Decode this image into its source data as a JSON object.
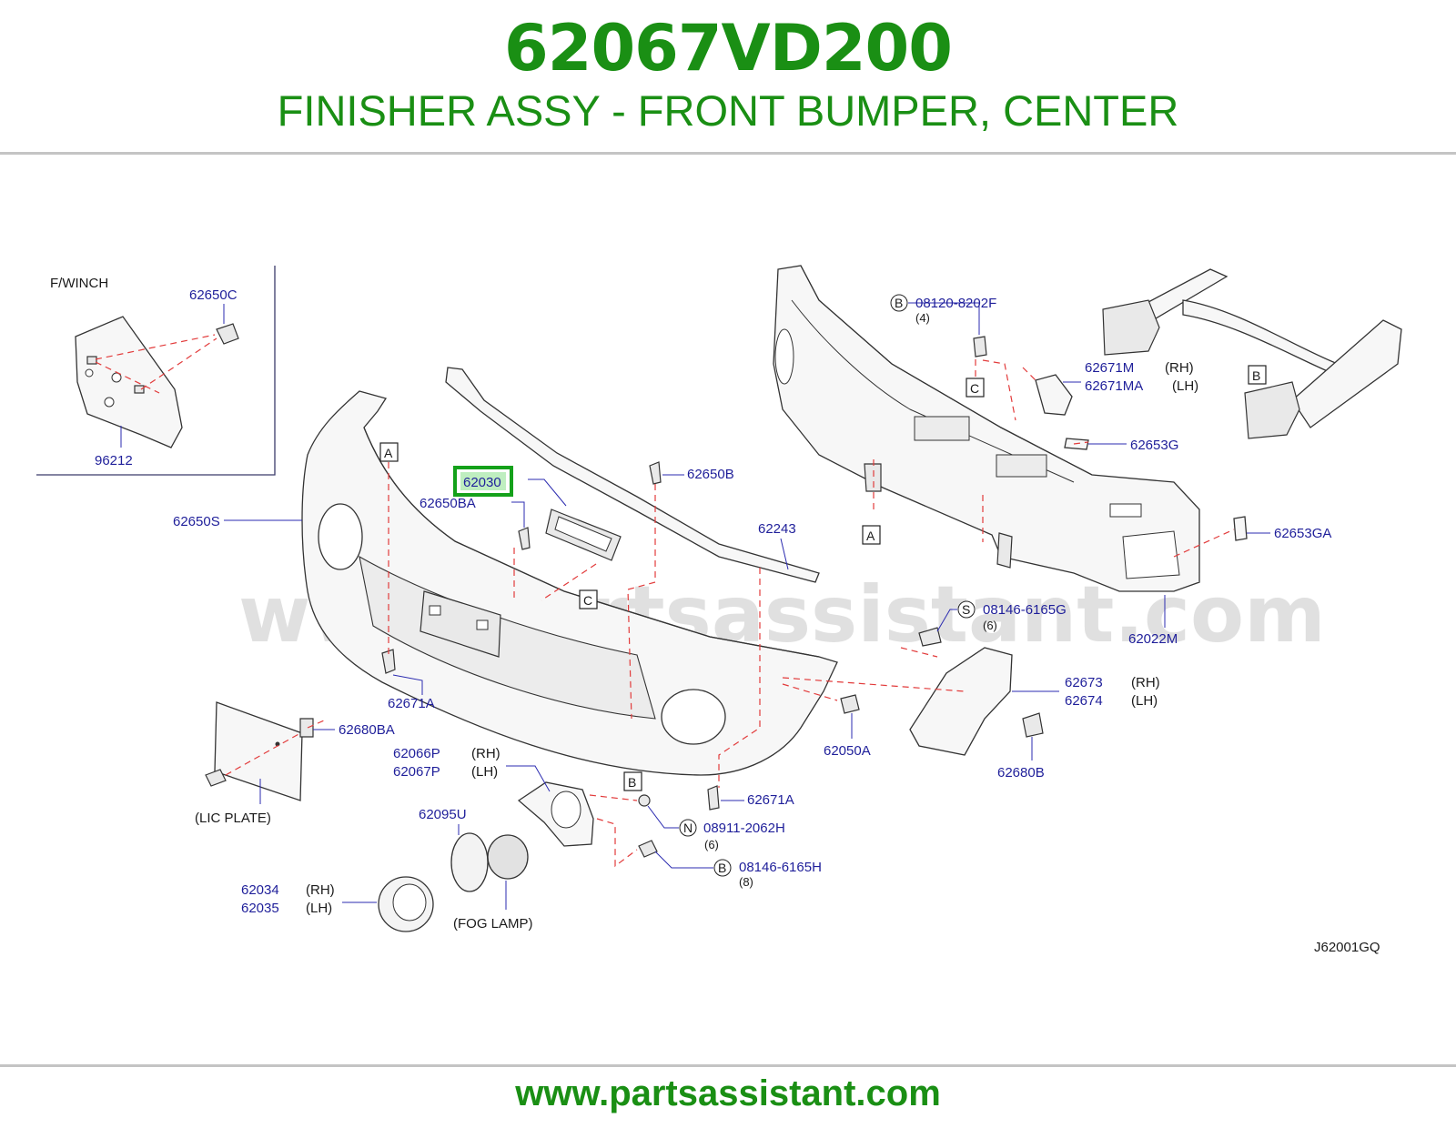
{
  "header": {
    "part_number": "62067VD200",
    "part_name": "FINISHER ASSY - FRONT BUMPER, CENTER"
  },
  "footer": {
    "website": "www.partsassistant.com"
  },
  "diagram": {
    "watermark": "www.partsassistant.com",
    "inset_title": "F/WINCH",
    "diagram_code": "J62001GQ",
    "highlighted_part": "62030",
    "ref_a": "A",
    "ref_b": "B",
    "ref_c": "C",
    "labels": {
      "p62650C": "62650C",
      "p96212": "96212",
      "p62650S": "62650S",
      "p62650BA": "62650BA",
      "p62650B": "62650B",
      "p62243": "62243",
      "p62671A_left": "62671A",
      "p62671A_bottom": "62671A",
      "p62680BA": "62680BA",
      "lic_plate": "(LIC   PLATE)",
      "p62066P": "62066P",
      "p62067P": "62067P",
      "p62095U": "62095U",
      "p62034": "62034",
      "p62035": "62035",
      "fog_lamp": "(FOG   LAMP)",
      "p08911": "08911-2062H",
      "p08911_qty": "(6)",
      "p08146H": "08146-6165H",
      "p08146H_qty": "(8)",
      "p62050A": "62050A",
      "p62680B": "62680B",
      "p62673": "62673",
      "p62674": "62674",
      "p08146G": "08146-6165G",
      "p08146G_qty": "(6)",
      "p62022M": "62022M",
      "p62653GA": "62653GA",
      "p62653G": "62653G",
      "p62671M": "62671M",
      "p62671MA": "62671MA",
      "p08120": "08120-8202F",
      "p08120_qty": "(4)",
      "rh": "(RH)",
      "lh": "(LH)",
      "sym_b": "B",
      "sym_n": "N",
      "sym_s": "S"
    }
  }
}
